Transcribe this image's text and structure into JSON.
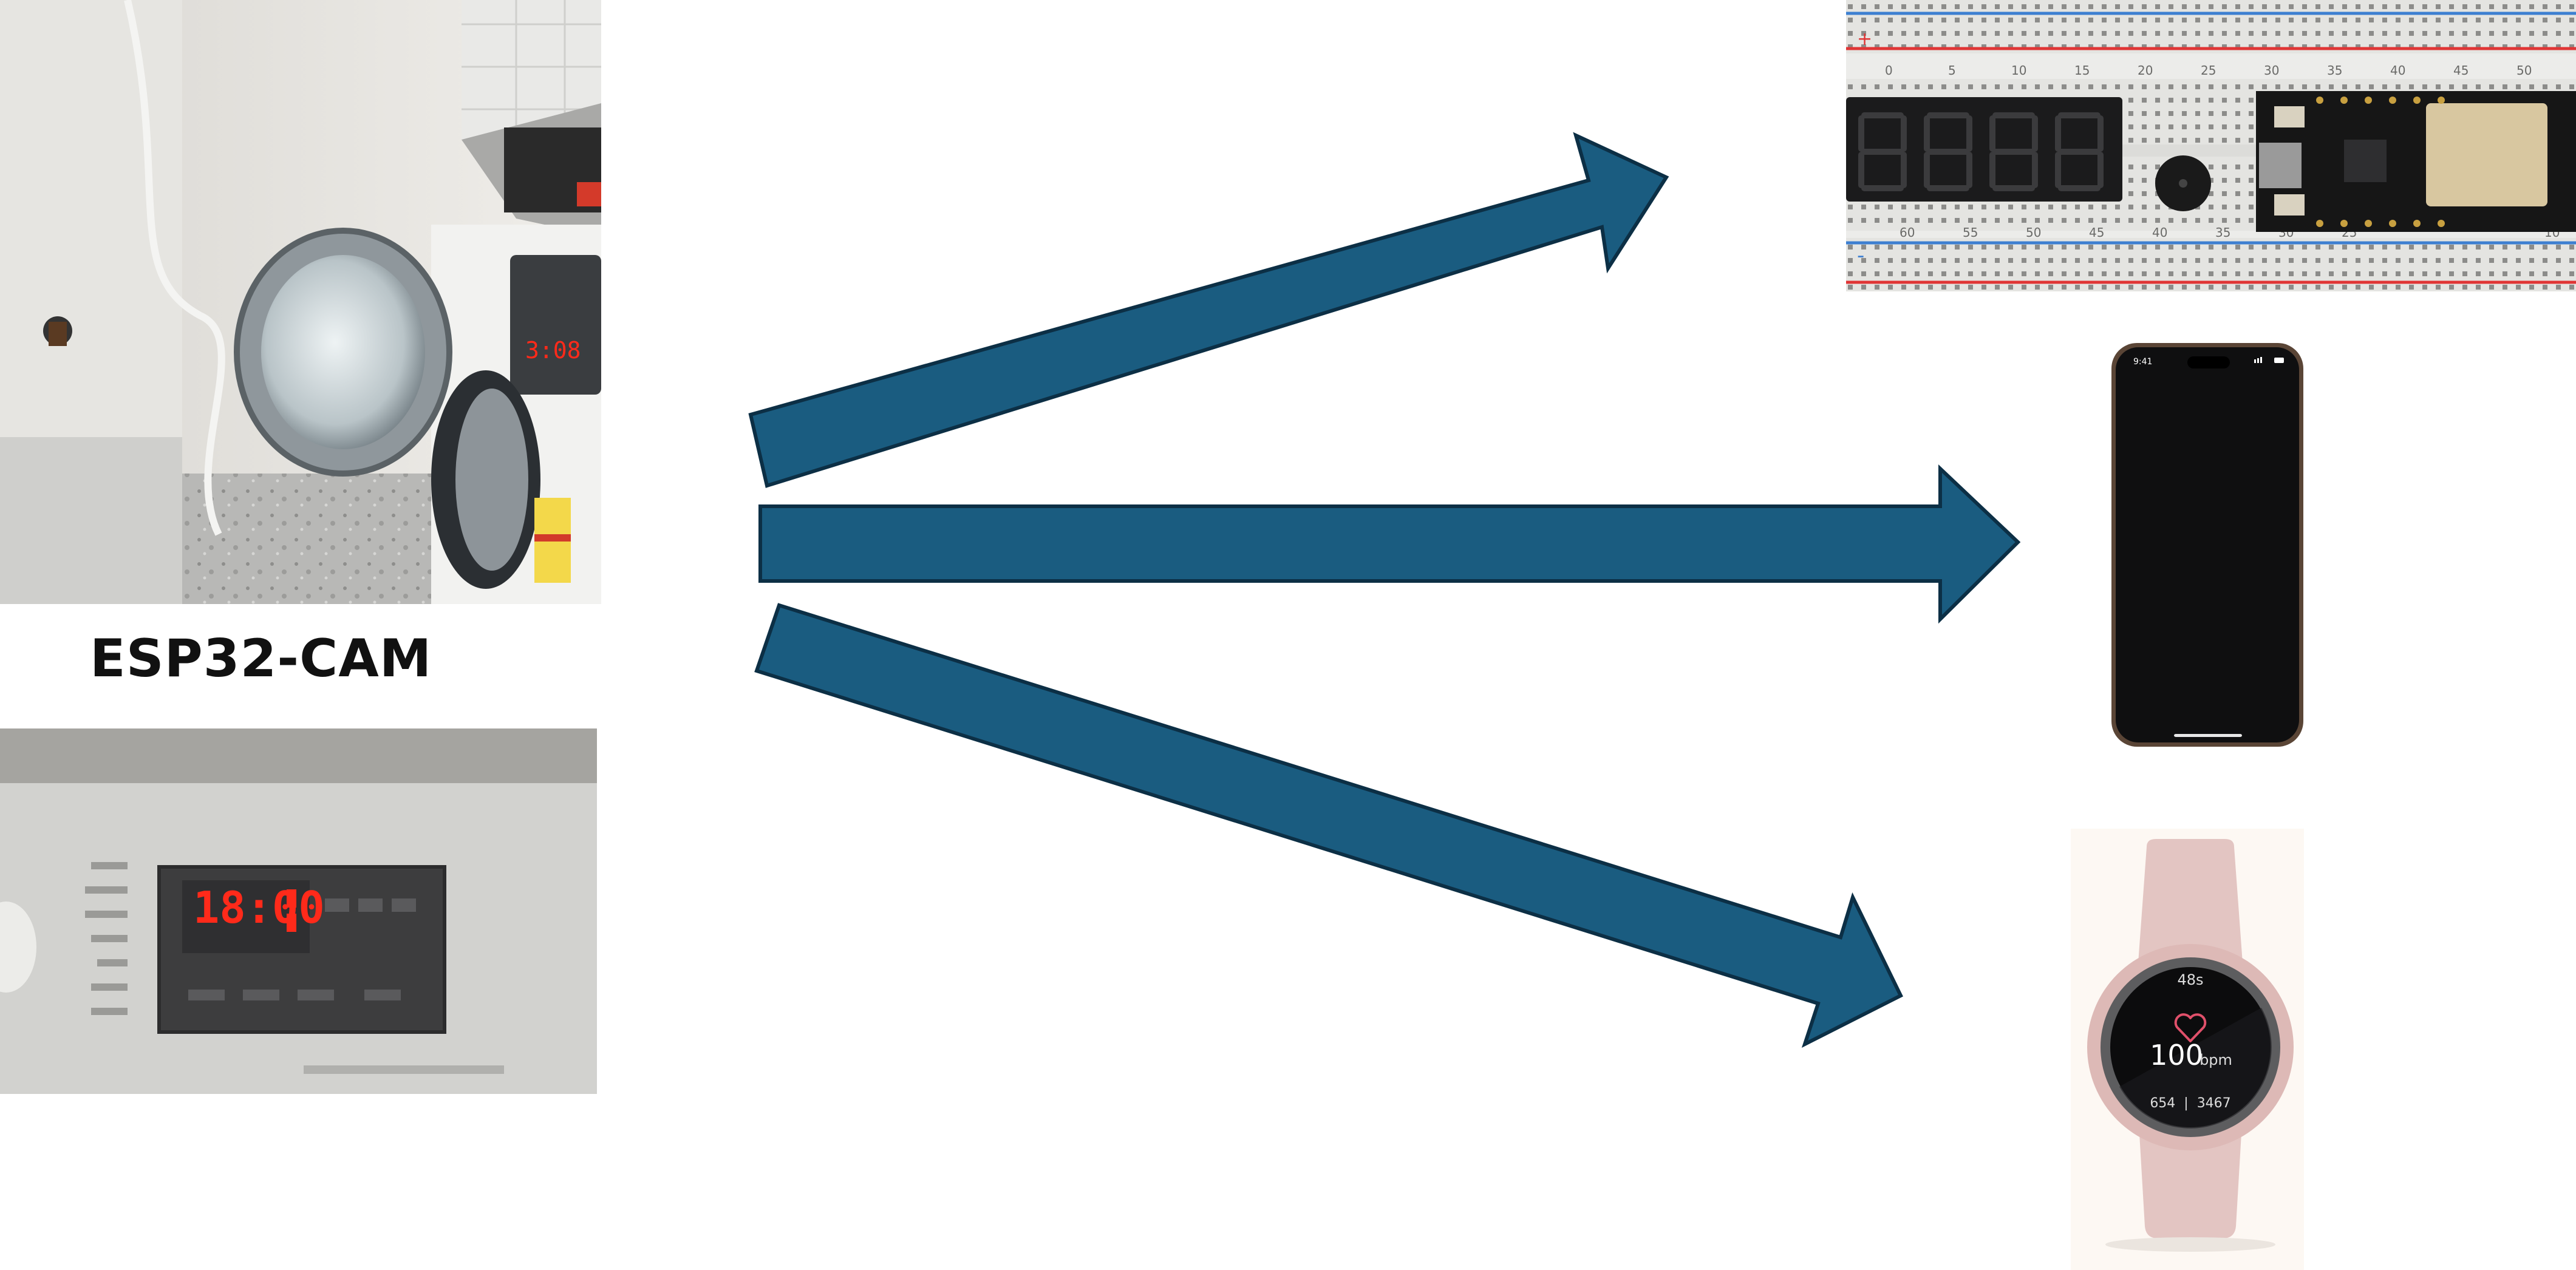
{
  "diagram": {
    "source_label": "ESP32-CAM",
    "washer_panel_time": "18:00",
    "washer_door_time": "3:08",
    "breadboard_scale_top": [
      "0",
      "5",
      "10",
      "15",
      "20",
      "25",
      "30",
      "35",
      "40",
      "45",
      "50"
    ],
    "breadboard_scale_bottom": [
      "60",
      "55",
      "50",
      "45",
      "40",
      "35",
      "30",
      "25",
      "10"
    ],
    "breadboard_rail_marks": [
      "+",
      "-"
    ],
    "phone_status_time": "9:41",
    "watch": {
      "seconds": "48s",
      "heart_rate": "100",
      "heart_rate_unit": "bpm",
      "stats": "654  |  3467"
    }
  },
  "colors": {
    "arrow_fill": "#1a5c80",
    "arrow_stroke": "#0c2f45",
    "led_red": "#ff2a1a",
    "watch_band": "#e3c5c2"
  },
  "icons": [
    "heart-icon",
    "washing-machine",
    "smartphone",
    "smartwatch",
    "breadboard"
  ]
}
